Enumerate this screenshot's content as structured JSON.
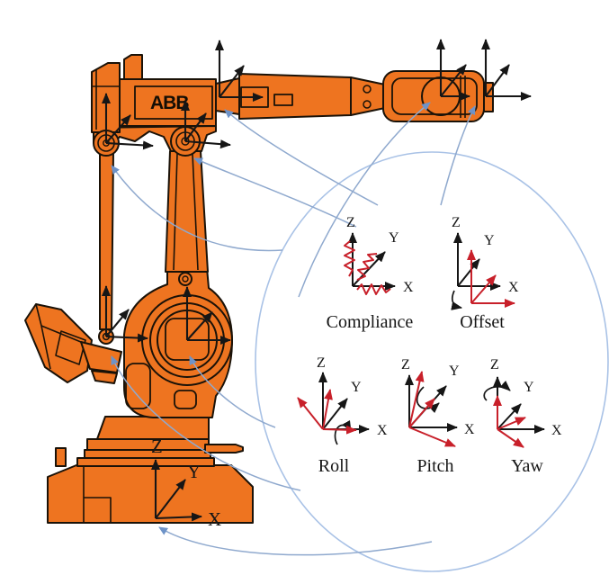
{
  "figure": {
    "type": "robot-error-sources-diagram",
    "background_color": "#FFFFFF",
    "robot": {
      "brand_label": "ABB",
      "body_color": "#EE7420",
      "outline_color": "#1A1208"
    },
    "base_frame": {
      "z_label": "Z",
      "y_label": "Y",
      "x_label": "X"
    },
    "inset": {
      "ellipse_color": "#A9C2E6",
      "leader_color": "#8FA9CE",
      "nominal_axis_color": "#161616",
      "error_axis_color": "#C8202A",
      "errors": [
        {
          "name": "Compliance",
          "z_label": "Z",
          "y_label": "Y",
          "x_label": "X"
        },
        {
          "name": "Offset",
          "z_label": "Z",
          "y_label": "Y",
          "x_label": "X"
        },
        {
          "name": "Roll",
          "z_label": "Z",
          "y_label": "Y",
          "x_label": "X"
        },
        {
          "name": "Pitch",
          "z_label": "Z",
          "y_label": "Y",
          "x_label": "X"
        },
        {
          "name": "Yaw",
          "z_label": "Z",
          "y_label": "Y",
          "x_label": "X"
        }
      ]
    }
  }
}
